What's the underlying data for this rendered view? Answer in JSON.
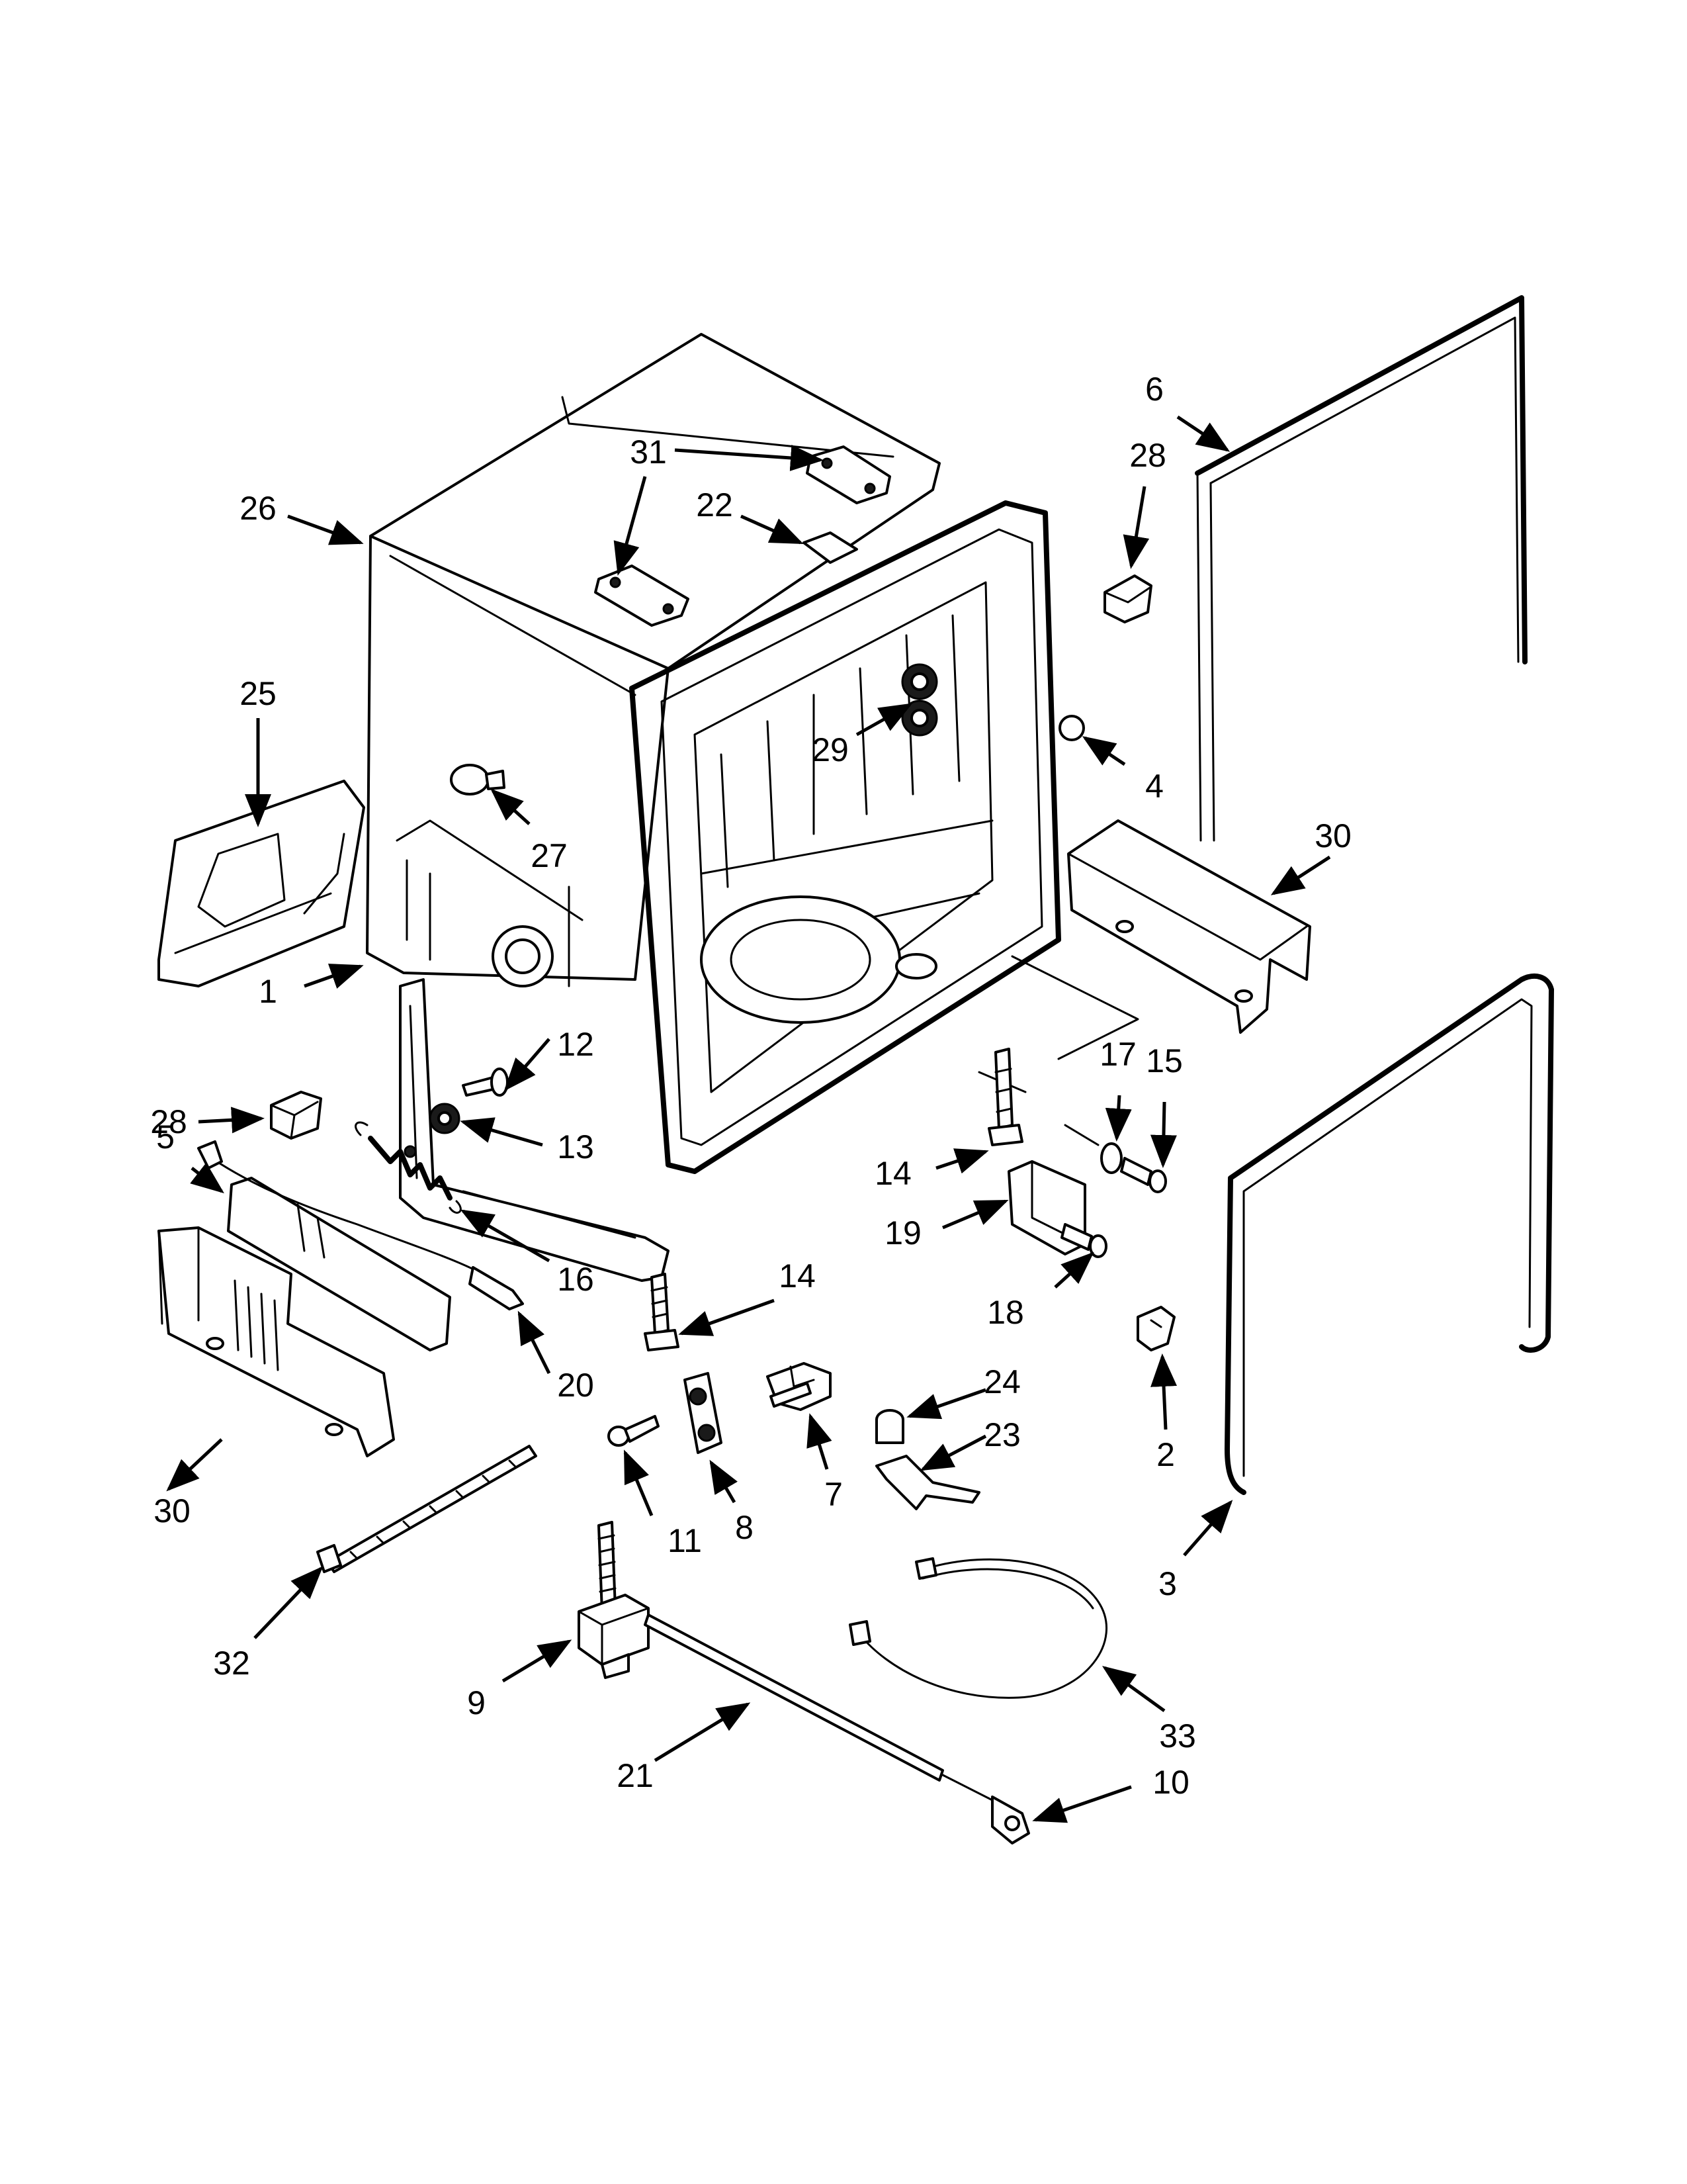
{
  "colors": {
    "line": "#000000",
    "background": "#ffffff"
  },
  "callouts": [
    {
      "id": "c1",
      "label": "1"
    },
    {
      "id": "c2",
      "label": "2"
    },
    {
      "id": "c3",
      "label": "3"
    },
    {
      "id": "c4",
      "label": "4"
    },
    {
      "id": "c5",
      "label": "5"
    },
    {
      "id": "c6",
      "label": "6"
    },
    {
      "id": "c7",
      "label": "7"
    },
    {
      "id": "c8",
      "label": "8"
    },
    {
      "id": "c9",
      "label": "9"
    },
    {
      "id": "c10",
      "label": "10"
    },
    {
      "id": "c11",
      "label": "11"
    },
    {
      "id": "c12",
      "label": "12"
    },
    {
      "id": "c13",
      "label": "13"
    },
    {
      "id": "c14a",
      "label": "14"
    },
    {
      "id": "c14b",
      "label": "14"
    },
    {
      "id": "c15",
      "label": "15"
    },
    {
      "id": "c16",
      "label": "16"
    },
    {
      "id": "c17",
      "label": "17"
    },
    {
      "id": "c18",
      "label": "18"
    },
    {
      "id": "c19",
      "label": "19"
    },
    {
      "id": "c20",
      "label": "20"
    },
    {
      "id": "c21",
      "label": "21"
    },
    {
      "id": "c22",
      "label": "22"
    },
    {
      "id": "c23",
      "label": "23"
    },
    {
      "id": "c24",
      "label": "24"
    },
    {
      "id": "c25",
      "label": "25"
    },
    {
      "id": "c26",
      "label": "26"
    },
    {
      "id": "c27",
      "label": "27"
    },
    {
      "id": "c28a",
      "label": "28"
    },
    {
      "id": "c28b",
      "label": "28"
    },
    {
      "id": "c29",
      "label": "29"
    },
    {
      "id": "c30a",
      "label": "30"
    },
    {
      "id": "c30b",
      "label": "30"
    },
    {
      "id": "c31",
      "label": "31"
    },
    {
      "id": "c32",
      "label": "32"
    },
    {
      "id": "c33",
      "label": "33"
    }
  ]
}
